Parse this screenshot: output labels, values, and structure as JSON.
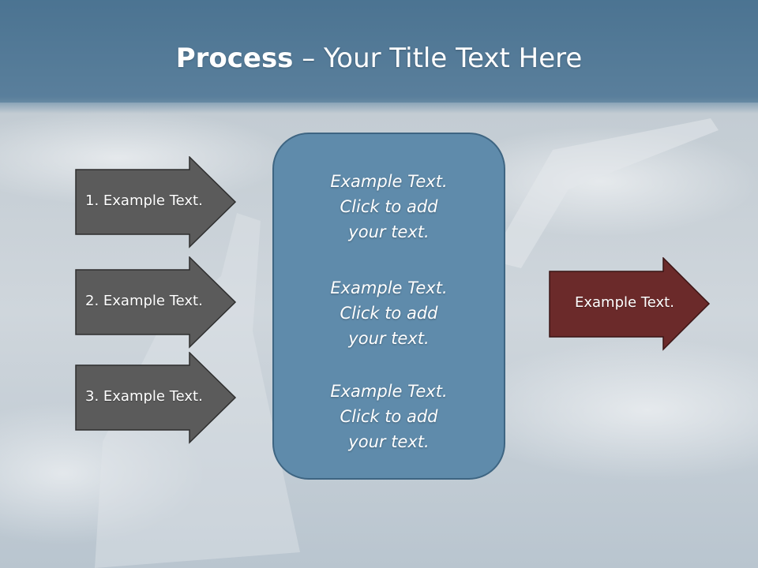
{
  "slide": {
    "title_bold": "Process",
    "title_rest": " – Your Title Text Here"
  },
  "left_arrows": [
    {
      "label": "1. Example Text."
    },
    {
      "label": "2. Example Text."
    },
    {
      "label": "3. Example Text."
    }
  ],
  "center_blocks": [
    {
      "line1": "Example Text.",
      "line2": "Click  to add",
      "line3": "your text."
    },
    {
      "line1": "Example Text.",
      "line2": "Click  to add",
      "line3": "your text."
    },
    {
      "line1": "Example Text.",
      "line2": "Click  to add",
      "line3": "your text."
    }
  ],
  "right_arrow": {
    "label": "Example Text."
  },
  "colors": {
    "title_band": "#4a7391",
    "left_arrow_fill": "#5b5b5b",
    "center_box_fill": "#5f8bab",
    "right_arrow_fill": "#6b2a2a"
  }
}
